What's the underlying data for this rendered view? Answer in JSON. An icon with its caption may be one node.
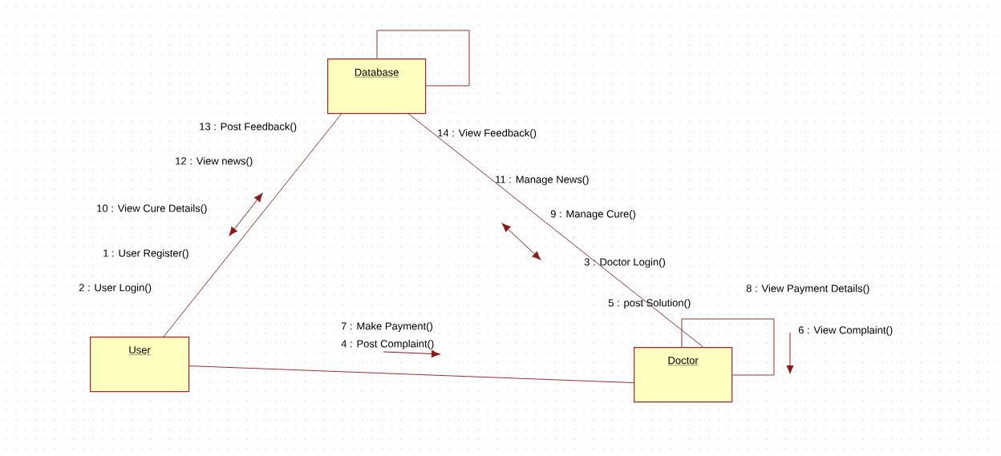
{
  "diagram": {
    "nodes": [
      {
        "text": [
          "Database"
        ]
      },
      {
        "text": [
          "User"
        ]
      },
      {
        "text": [
          "Doctor"
        ]
      }
    ],
    "edges": [
      {
        "from": 1,
        "to": 0,
        "arrow": "none"
      },
      {
        "from": 0,
        "to": 2,
        "arrow": "none"
      },
      {
        "from": 1,
        "to": 2,
        "arrow": "none"
      },
      {
        "from": 0,
        "to": 0,
        "arrow": "none"
      },
      {
        "from": 2,
        "to": 2,
        "arrow": "none"
      }
    ],
    "labels": [
      "13 : Post Feedback()",
      "14 : View Feedback()",
      "12 : View news()",
      "11 : Manage News()",
      "10 : View Cure Details()",
      "9 : Manage Cure()",
      "1 : User Register()",
      "3 : Doctor Login()",
      "2 : User Login()",
      "8 : View Payment Details()",
      "5 : post Solution()",
      "6 : View Complaint()",
      "7 : Make Payment()",
      "4 : Post Complaint()"
    ]
  }
}
